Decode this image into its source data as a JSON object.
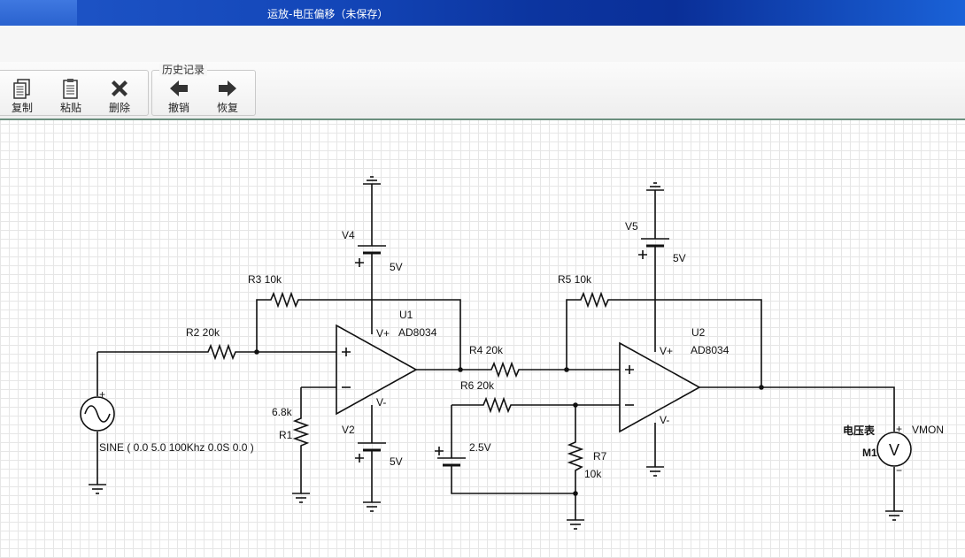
{
  "window": {
    "title": "运放-电压偏移（未保存）"
  },
  "toolbar": {
    "edit_buttons": {
      "copy": "复制",
      "paste": "粘贴",
      "delete": "删除"
    },
    "history": {
      "title": "历史记录",
      "undo": "撤销",
      "redo": "恢复"
    }
  },
  "schematic": {
    "labels": {
      "v4": "V4",
      "v4_val": "5V",
      "v2": "V2",
      "v2_val": "5V",
      "v5": "V5",
      "v5_val": "5V",
      "r3": "R3  10k",
      "r2": "R2  20k",
      "r1": "R1",
      "r1_val": "6.8k",
      "u1": "U1",
      "u1_part": "AD8034",
      "u1_vplus": "V+",
      "u1_vminus": "V-",
      "r4": "R4  20k",
      "r5": "R5  10k",
      "r6": "R6  20k",
      "r7": "R7",
      "r7_val": "10k",
      "vref": "2.5V",
      "u2": "U2",
      "u2_part": "AD8034",
      "u2_vplus": "V+",
      "u2_vminus": "V-",
      "sine": "SINE ( 0.0 5.0 100Khz 0.0S 0.0 )",
      "meter": "电压表",
      "meter_id": "M1",
      "meter_net": "VMON",
      "meter_symbol": "V",
      "plus": "+",
      "minus": "−"
    }
  }
}
